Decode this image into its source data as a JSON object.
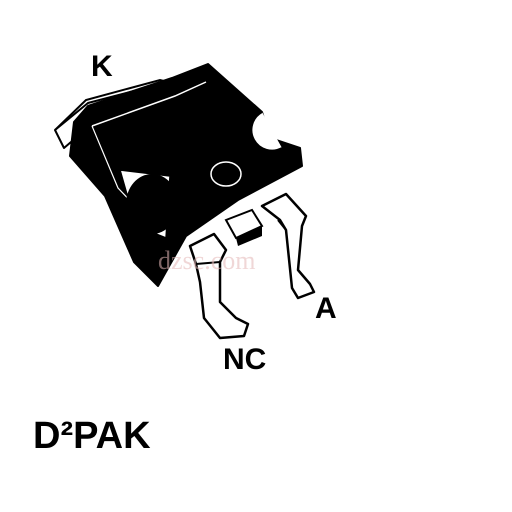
{
  "diagram": {
    "pins": {
      "k": "K",
      "a": "A",
      "nc": "NC"
    },
    "package_name": "D²PAK",
    "watermark": "dzsc.com",
    "colors": {
      "body": "#000000",
      "outline": "#000000",
      "tab": "#ffffff",
      "background": "#ffffff",
      "watermark": "#e5b8b8"
    }
  }
}
